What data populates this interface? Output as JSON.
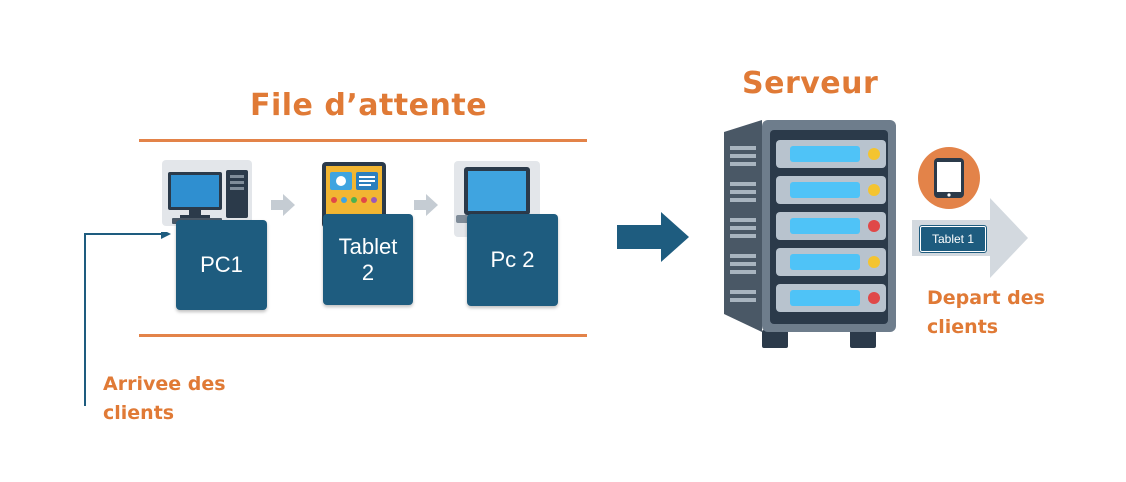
{
  "queue": {
    "title": "File d’attente",
    "items": [
      {
        "label": "PC1",
        "icon": "desktop-computer-icon"
      },
      {
        "label": "Tablet\n2",
        "icon": "tablet-icon"
      },
      {
        "label": "Pc 2",
        "icon": "laptop-icon"
      }
    ]
  },
  "arrival": {
    "label": "Arrivee des clients"
  },
  "server": {
    "title": "Serveur",
    "icon": "server-rack-icon"
  },
  "departure": {
    "label": "Depart des clients",
    "badge": "Tablet 1",
    "icon": "tablet-icon"
  },
  "colors": {
    "accent_orange": "#E07A36",
    "box_blue": "#1E5C7F",
    "arrow_gray": "#C5CCD3"
  }
}
